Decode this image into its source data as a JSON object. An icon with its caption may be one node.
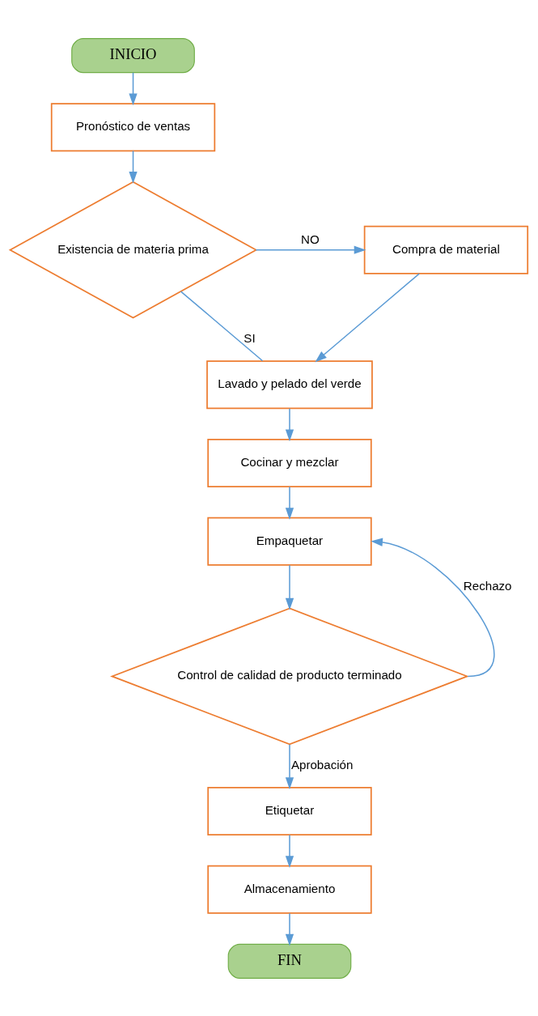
{
  "diagram": {
    "nodes": [
      {
        "text": [
          "INICIO"
        ]
      },
      {
        "text": [
          "Pronóstico de ventas"
        ]
      },
      {
        "text": [
          "Existencia de materia prima"
        ]
      },
      {
        "text": [
          "Compra de material"
        ]
      },
      {
        "text": [
          "Lavado y pelado del verde"
        ]
      },
      {
        "text": [
          "Cocinar y mezclar"
        ]
      },
      {
        "text": [
          "Empaquetar"
        ]
      },
      {
        "text": [
          "Control de calidad de producto terminado"
        ]
      },
      {
        "text": [
          "Etiquetar"
        ]
      },
      {
        "text": [
          "Almacenamiento"
        ]
      },
      {
        "text": [
          "FIN"
        ]
      }
    ],
    "edges": [
      {
        "from": 0,
        "to": 1,
        "arrow": "to"
      },
      {
        "from": 1,
        "to": 2,
        "arrow": "to"
      },
      {
        "from": 2,
        "to": 3,
        "arrow": "to",
        "label": "NO"
      },
      {
        "from": 2,
        "to": 4,
        "arrow": "none",
        "label": "SI"
      },
      {
        "from": 3,
        "to": 4,
        "arrow": "to"
      },
      {
        "from": 4,
        "to": 5,
        "arrow": "to"
      },
      {
        "from": 5,
        "to": 6,
        "arrow": "to"
      },
      {
        "from": 6,
        "to": 7,
        "arrow": "to"
      },
      {
        "from": 7,
        "to": 6,
        "arrow": "to",
        "label": "Rechazo"
      },
      {
        "from": 7,
        "to": 8,
        "arrow": "to",
        "label": "Aprobación"
      },
      {
        "from": 8,
        "to": 9,
        "arrow": "to"
      },
      {
        "from": 9,
        "to": 10,
        "arrow": "to"
      }
    ]
  }
}
